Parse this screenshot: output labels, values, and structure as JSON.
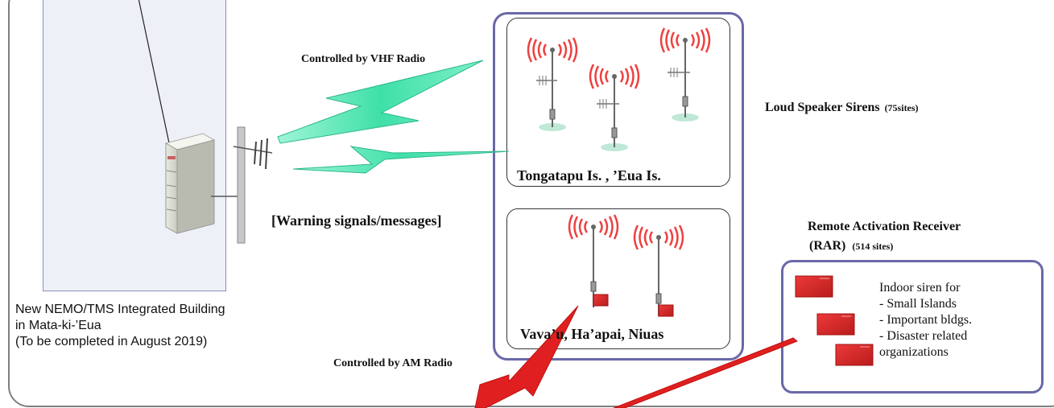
{
  "labels": {
    "vhf_control": "Controlled by VHF Radio",
    "am_control": "Controlled by AM Radio",
    "warning_signals": "[Warning signals/messages]",
    "tongatapu_group": "Tongatapu Is. , ’Eua Is.",
    "vavau_group": "Vava’u, Ha’apai, Niuas",
    "loud_speaker_title": "Loud Speaker Sirens",
    "loud_speaker_count": "(75sites)",
    "rar_title_line1": "Remote Activation Receiver",
    "rar_title_line2": "(RAR)",
    "rar_count": "(514 sites)"
  },
  "building_caption": [
    "New NEMO/TMS Integrated Building",
    "in Mata-ki-’Eua",
    "(To be completed in August 2019)"
  ],
  "rar_description": [
    "Indoor siren for",
    "- Small Islands",
    "- Important bldgs.",
    "- Disaster related",
    "organizations"
  ],
  "colors": {
    "vhf_bolt": "#3fe0a8",
    "am_bolt": "#e02020",
    "siren_wave": "#ee4040",
    "group_border": "#6a68a8",
    "indoor_siren": "#d42828"
  }
}
